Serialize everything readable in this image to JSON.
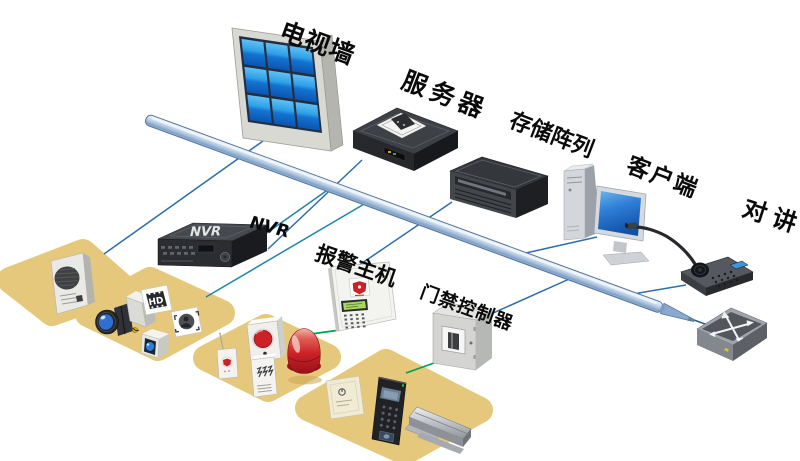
{
  "diagram": {
    "type": "network-topology",
    "colors": {
      "platform": "#e6c87c",
      "blue": "#2e6da8",
      "blue_dark": "#2c5c96",
      "teal": "#1d86a8",
      "green": "#00a14e",
      "label": "#0a0a0a",
      "bus_fill": "#a6c0dc",
      "bus_outline": "#50749f"
    },
    "labels": {
      "tv_wall": "电视墙",
      "server": "服务器",
      "storage_array": "存储阵列",
      "client": "客户端",
      "intercom": "对讲",
      "nvr": "NVR",
      "alarm_host": "报警主机",
      "access_controller": "门禁控制器",
      "nvr_device": "NVR",
      "hd_badge": "HD"
    },
    "nodes": [
      {
        "id": "tv-wall",
        "label": "电视墙"
      },
      {
        "id": "server",
        "label": "服务器"
      },
      {
        "id": "storage-array",
        "label": "存储阵列"
      },
      {
        "id": "client",
        "label": "客户端"
      },
      {
        "id": "intercom",
        "label": "对讲"
      },
      {
        "id": "nvr",
        "label": "NVR"
      },
      {
        "id": "alarm-host",
        "label": "报警主机"
      },
      {
        "id": "access-controller",
        "label": "门禁控制器"
      },
      {
        "id": "switch",
        "label": ""
      },
      {
        "id": "speaker-platform",
        "label": ""
      },
      {
        "id": "camera-platform",
        "label": ""
      },
      {
        "id": "alarm-platform",
        "label": ""
      },
      {
        "id": "access-platform",
        "label": ""
      }
    ],
    "connections": [
      {
        "from": "tv-wall",
        "to": "speaker-platform",
        "color": "blue",
        "points": [
          263,
          141,
          104,
          254
        ]
      },
      {
        "from": "server",
        "to": "nvr",
        "color": "blue",
        "points": [
          362,
          160,
          268,
          249
        ]
      },
      {
        "from": "storage-array",
        "to": "alarm-host",
        "color": "blue",
        "points": [
          452,
          202,
          346,
          274
        ]
      },
      {
        "from": "client",
        "to": "bus",
        "color": "blue",
        "points": [
          597,
          237,
          517,
          255
        ]
      },
      {
        "from": "intercom",
        "to": "bus",
        "color": "blue",
        "points": [
          686,
          285,
          621,
          296
        ]
      },
      {
        "from": "bus",
        "to": "switch",
        "color": "blue_dark",
        "points": [
          694,
          320,
          716,
          328
        ]
      },
      {
        "from": "nvr",
        "to": "bus",
        "color": "teal",
        "points": [
          240,
          252,
          336,
          184
        ]
      },
      {
        "from": "camera-platform",
        "to": "bus",
        "color": "teal",
        "points": [
          206,
          297,
          371,
          200
        ]
      },
      {
        "from": "access-controller",
        "to": "bus",
        "color": "blue",
        "points": [
          482,
          318,
          576,
          276
        ]
      },
      {
        "from": "alarm-platform",
        "to": "alarm-host",
        "color": "green",
        "points": [
          311,
          334,
          340,
          330
        ]
      },
      {
        "from": "access-platform",
        "to": "access-controller",
        "color": "green",
        "points": [
          406,
          373,
          434,
          363
        ]
      }
    ]
  }
}
